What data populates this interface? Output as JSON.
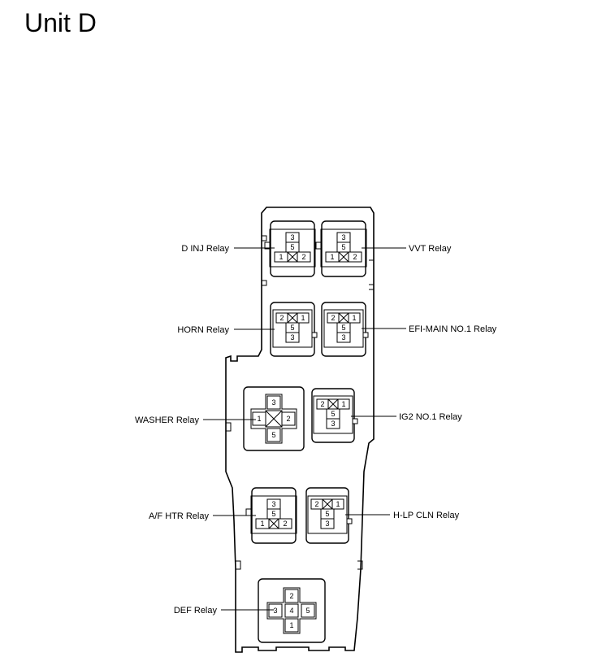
{
  "title": "Unit D",
  "relays": [
    {
      "id": "d-inj",
      "label": "D INJ Relay",
      "type": "A",
      "pins": [
        "3",
        "5",
        "1",
        "2"
      ]
    },
    {
      "id": "vvt",
      "label": "VVT Relay",
      "type": "A",
      "pins": [
        "3",
        "5",
        "1",
        "2"
      ]
    },
    {
      "id": "horn",
      "label": "HORN Relay",
      "type": "B",
      "pins": [
        "2",
        "1",
        "5",
        "3"
      ]
    },
    {
      "id": "efi-main",
      "label": "EFI-MAIN NO.1 Relay",
      "type": "B",
      "pins": [
        "2",
        "1",
        "5",
        "3"
      ]
    },
    {
      "id": "washer",
      "label": "WASHER Relay",
      "type": "C",
      "pins": [
        "3",
        "1",
        "2",
        "5"
      ]
    },
    {
      "id": "ig2",
      "label": "IG2 NO.1 Relay",
      "type": "B",
      "pins": [
        "2",
        "1",
        "5",
        "3"
      ]
    },
    {
      "id": "af-htr",
      "label": "A/F HTR Relay",
      "type": "A",
      "pins": [
        "3",
        "5",
        "1",
        "2"
      ]
    },
    {
      "id": "h-lp-cln",
      "label": "H-LP CLN Relay",
      "type": "B",
      "pins": [
        "2",
        "1",
        "5",
        "3"
      ]
    },
    {
      "id": "def",
      "label": "DEF Relay",
      "type": "D",
      "pins": [
        "2",
        "3",
        "4",
        "5",
        "1"
      ]
    }
  ]
}
